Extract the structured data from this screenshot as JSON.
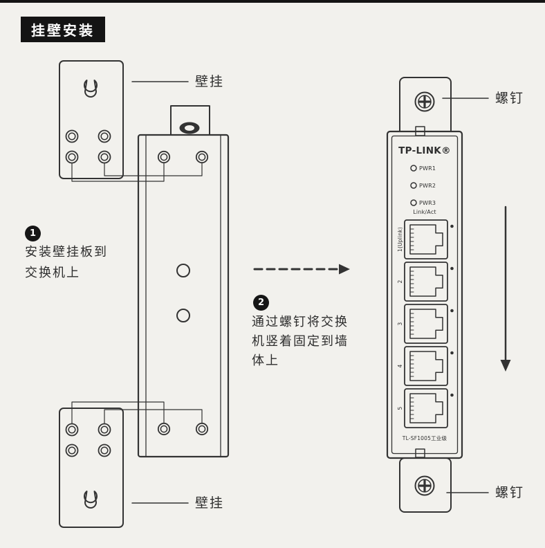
{
  "page": {
    "title_badge": "挂壁安装"
  },
  "annotations": {
    "bracket_top_label": "壁挂",
    "bracket_bottom_label": "壁挂",
    "screw_top_label": "螺钉",
    "screw_bottom_label": "螺钉"
  },
  "steps": [
    {
      "number": "1",
      "lines": [
        "安装壁挂板到",
        "交换机上"
      ]
    },
    {
      "number": "2",
      "lines": [
        "通过螺钉将交换",
        "机竖着固定到墙",
        "体上"
      ]
    }
  ],
  "device": {
    "brand": "TP-LINK®",
    "leds": [
      "PWR1",
      "PWR2",
      "PWR3"
    ],
    "link_act_label": "Link/Act",
    "port_labels": [
      "1(Uplink)",
      "2",
      "3",
      "4",
      "5"
    ],
    "model_label": "TL-SF1005工业级"
  },
  "colors": {
    "background": "#f2f1ed",
    "line": "#333333",
    "badge_bg": "#141414",
    "badge_text": "#ffffff"
  }
}
